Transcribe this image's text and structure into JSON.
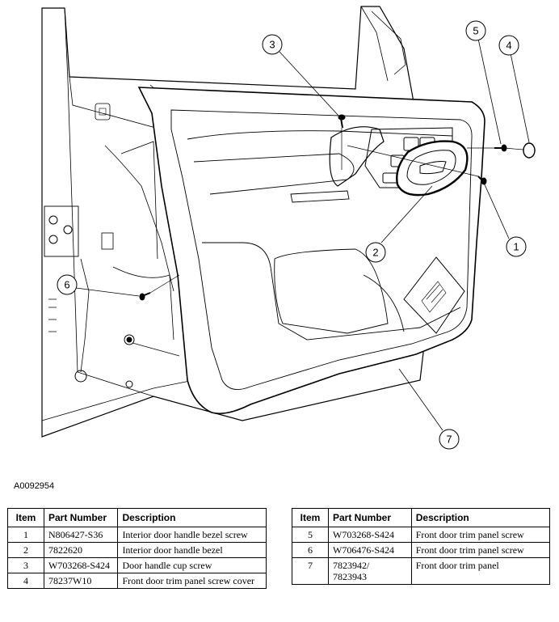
{
  "diagram": {
    "callouts": [
      "1",
      "2",
      "3",
      "4",
      "5",
      "6",
      "7"
    ]
  },
  "figure_id": "A0092954",
  "tables": {
    "headers": {
      "item": "Item",
      "part_number": "Part Number",
      "description": "Description"
    },
    "left_rows": [
      {
        "item": "1",
        "part_number": "N806427-S36",
        "description": "Interior door handle bezel screw"
      },
      {
        "item": "2",
        "part_number": "7822620",
        "description": "Interior door handle bezel"
      },
      {
        "item": "3",
        "part_number": "W703268-S424",
        "description": "Door handle cup screw"
      },
      {
        "item": "4",
        "part_number": "78237W10",
        "description": "Front door trim panel screw cover"
      }
    ],
    "right_rows": [
      {
        "item": "5",
        "part_number": "W703268-S424",
        "description": "Front door trim panel screw"
      },
      {
        "item": "6",
        "part_number": "W706476-S424",
        "description": "Front door trim panel screw"
      },
      {
        "item": "7",
        "part_number": "7823942/\n7823943",
        "description": "Front door trim panel"
      }
    ]
  }
}
